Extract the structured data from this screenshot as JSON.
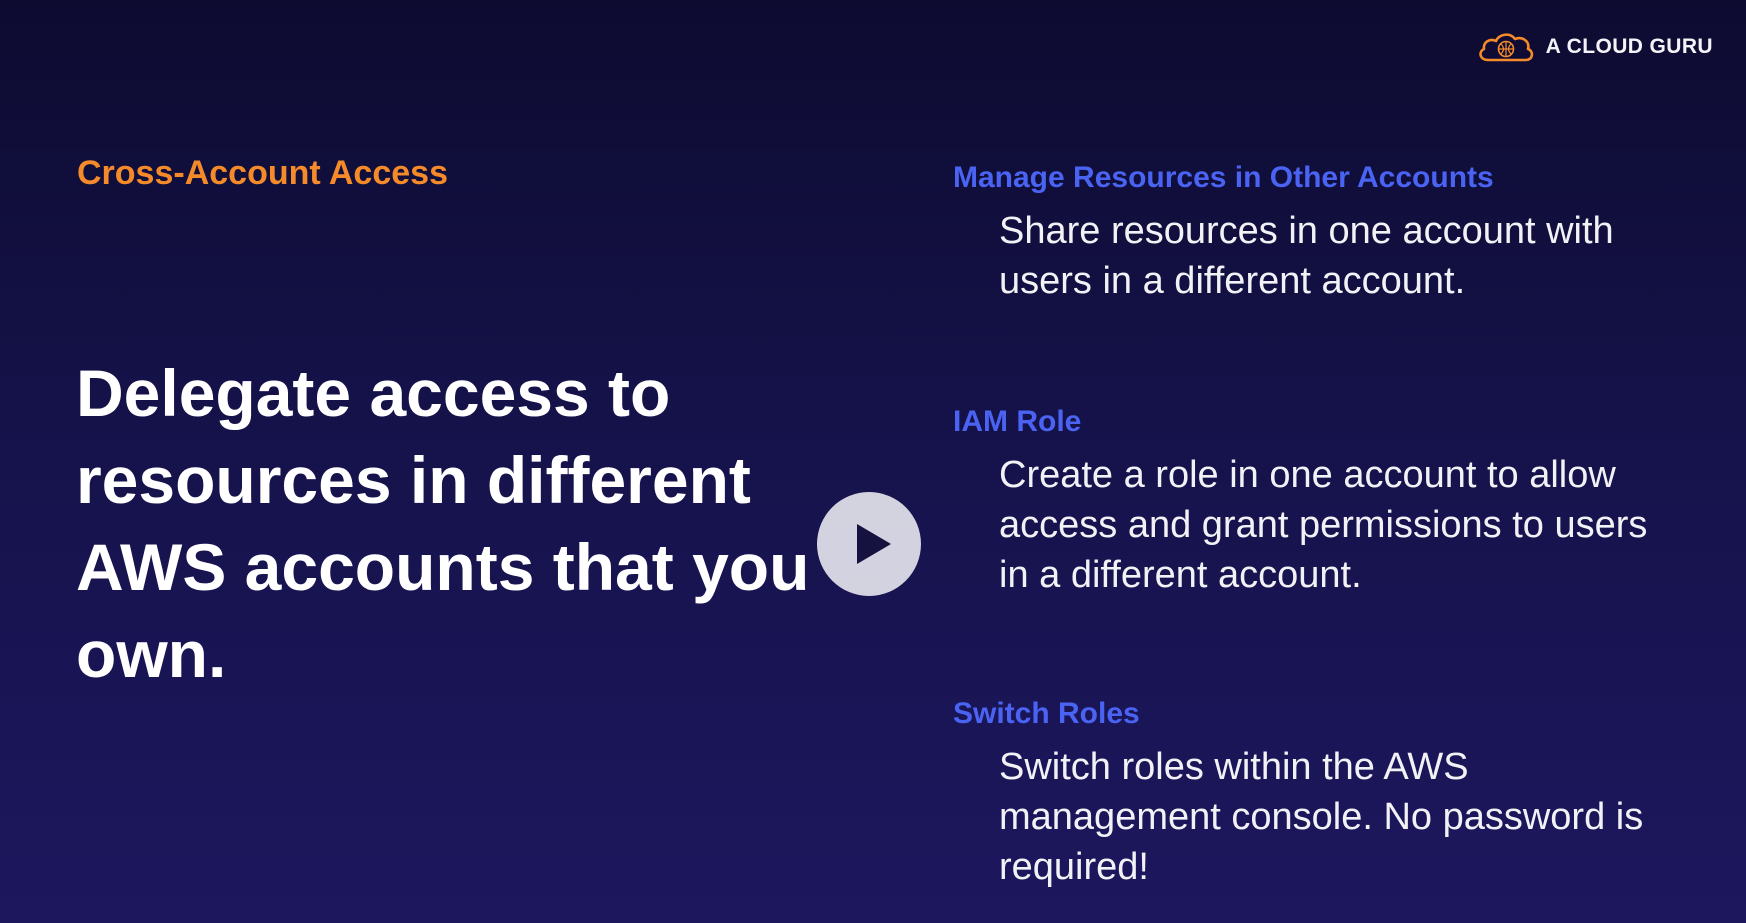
{
  "brand": {
    "name": "A CLOUD GURU",
    "icon": "cloud-logo-icon",
    "color": "#f58a2a"
  },
  "slide": {
    "section_label": "Cross-Account Access",
    "headline": "Delegate access to resources in different AWS accounts that you own.",
    "items": [
      {
        "title": "Manage Resources in Other Accounts",
        "description": "Share resources in one account with users in a different account."
      },
      {
        "title": "IAM Role",
        "description": "Create a role in one account to allow access and grant permissions to users in a different account."
      },
      {
        "title": "Switch Roles",
        "description": "Switch roles within the AWS management console. No password is required!"
      }
    ]
  },
  "player": {
    "play_icon": "play-icon"
  },
  "colors": {
    "background_top": "#0d0b30",
    "background_bottom": "#1d175e",
    "accent_orange": "#f58a2a",
    "accent_blue": "#4a63f2",
    "text_primary": "#ffffff"
  }
}
